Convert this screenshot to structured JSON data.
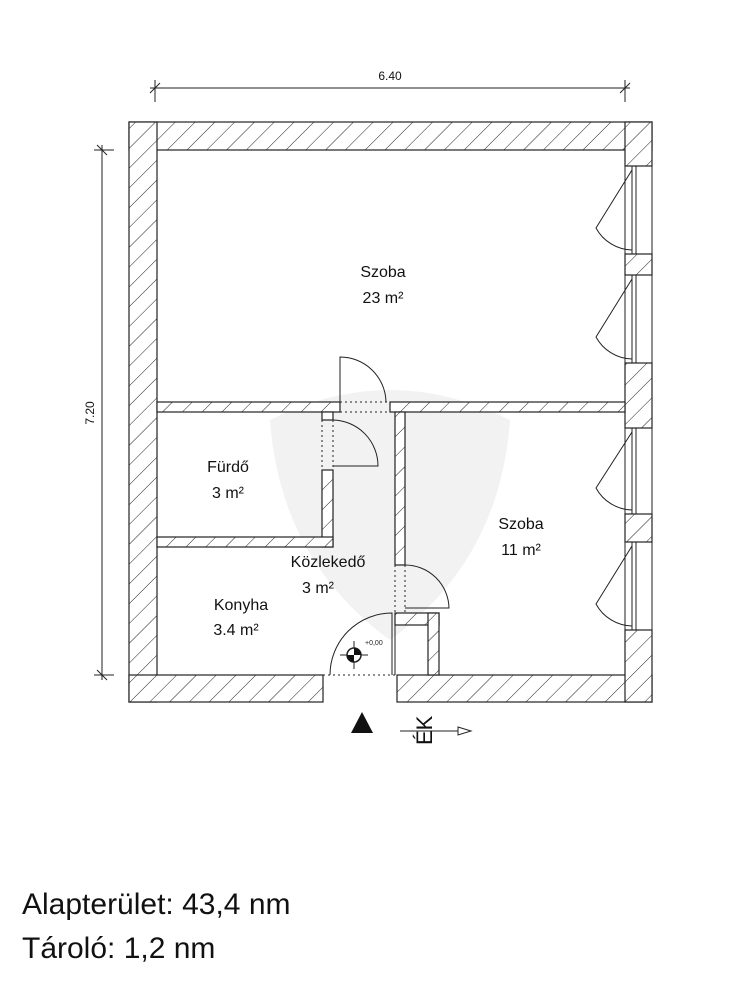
{
  "dimensions": {
    "width": "6.40",
    "height": "7.20"
  },
  "rooms": [
    {
      "name": "Szoba",
      "area": "23 m²"
    },
    {
      "name": "Fürdő",
      "area": "3 m²"
    },
    {
      "name": "Közlekedő",
      "area": "3 m²"
    },
    {
      "name": "Szoba",
      "area": "11 m²"
    },
    {
      "name": "Konyha",
      "area": "3.4 m²"
    }
  ],
  "level_mark": "+0,00",
  "orientation": "ÉK",
  "summary": {
    "floor_area": "Alapterület: 43,4 nm",
    "storage": "Tároló: 1,2 nm"
  }
}
